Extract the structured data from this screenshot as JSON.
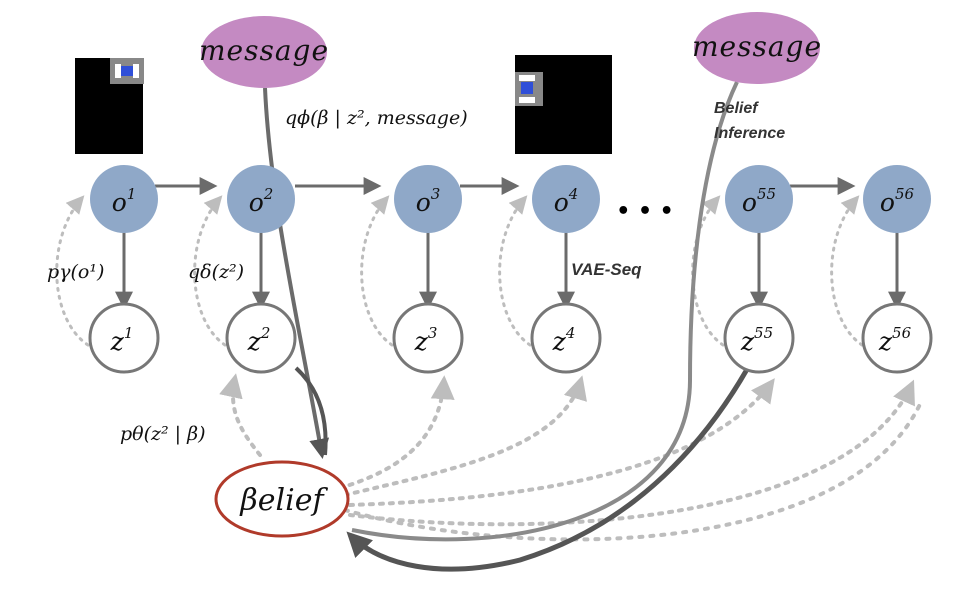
{
  "message_left": "message",
  "message_right": "message",
  "belief": "βelief",
  "ellipsis": "• • •",
  "observations": [
    {
      "base": "o",
      "sup": "1"
    },
    {
      "base": "o",
      "sup": "2"
    },
    {
      "base": "o",
      "sup": "3"
    },
    {
      "base": "o",
      "sup": "4"
    },
    {
      "base": "o",
      "sup": "55"
    },
    {
      "base": "o",
      "sup": "56"
    }
  ],
  "latents": [
    {
      "base": "z",
      "sup": "1"
    },
    {
      "base": "z",
      "sup": "2"
    },
    {
      "base": "z",
      "sup": "3"
    },
    {
      "base": "z",
      "sup": "4"
    },
    {
      "base": "z",
      "sup": "55"
    },
    {
      "base": "z",
      "sup": "56"
    }
  ],
  "labels": {
    "q_phi": "qϕ(β | z², message)",
    "p_gamma": "pγ(o¹)",
    "q_delta": "qδ(z²)",
    "p_theta": "pθ(z² | β)",
    "vae_seq": "VAE-Seq",
    "belief_inference_line1": "Belief",
    "belief_inference_line2": "Inference"
  },
  "colors": {
    "obs_fill": "#8fa8c8",
    "message_fill": "#c48ac2",
    "belief_stroke": "#b03a2a",
    "arrow": "#6b6b6b",
    "dotted": "#bdbdbd",
    "grid_agent": "#2f4fd8"
  }
}
